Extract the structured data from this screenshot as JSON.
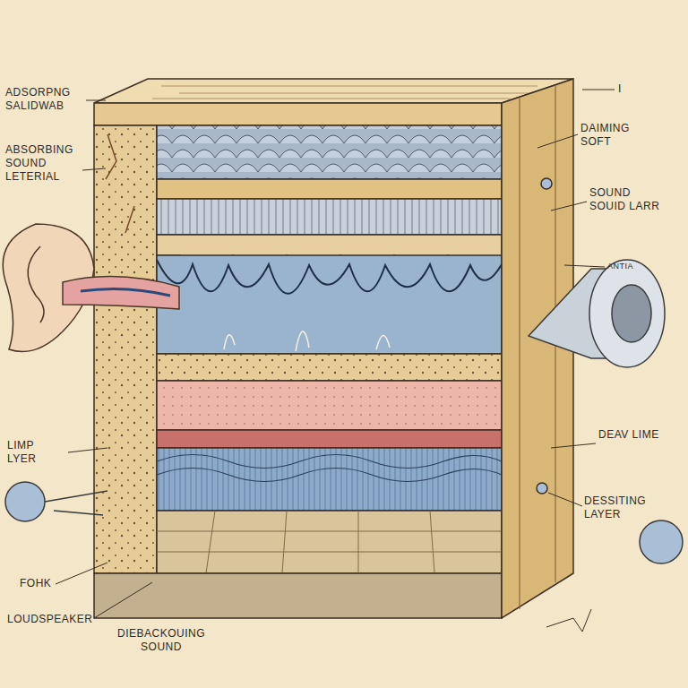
{
  "diagram": {
    "labels": [
      "ADSORPNG SALIDWAB",
      "ABSORBING SOUND LETERIAL",
      "LIMP LYER",
      "FOHK",
      "LOUDSPEAKER",
      "DIEBACKOUING SOUND",
      "I",
      "DAIMING SOFT",
      "SOUND SOUID LARR",
      "ANTIA",
      "DEAV LIME",
      "DESSITING LAYER"
    ]
  }
}
